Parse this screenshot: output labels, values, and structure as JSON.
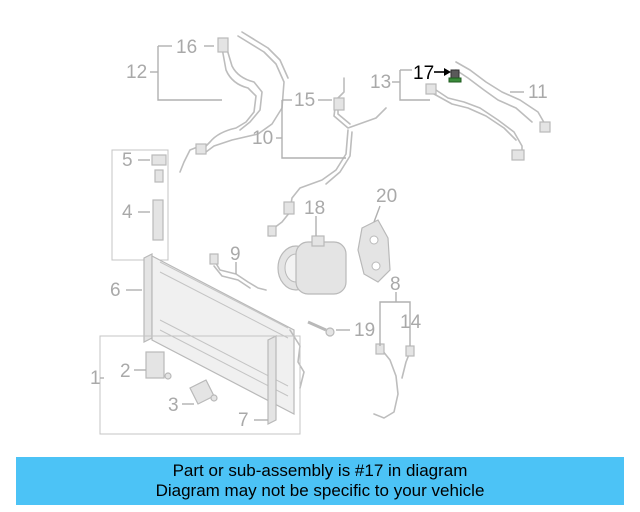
{
  "diagram": {
    "callouts": [
      "1",
      "2",
      "3",
      "4",
      "5",
      "6",
      "7",
      "8",
      "9",
      "10",
      "11",
      "12",
      "13",
      "14",
      "15",
      "16",
      "17",
      "18",
      "19",
      "20"
    ],
    "highlighted": "17"
  },
  "banner": {
    "line1": "Part or sub-assembly is #17 in diagram",
    "line2": "Diagram may not be specific to your vehicle",
    "color": "#4cc3f6"
  }
}
